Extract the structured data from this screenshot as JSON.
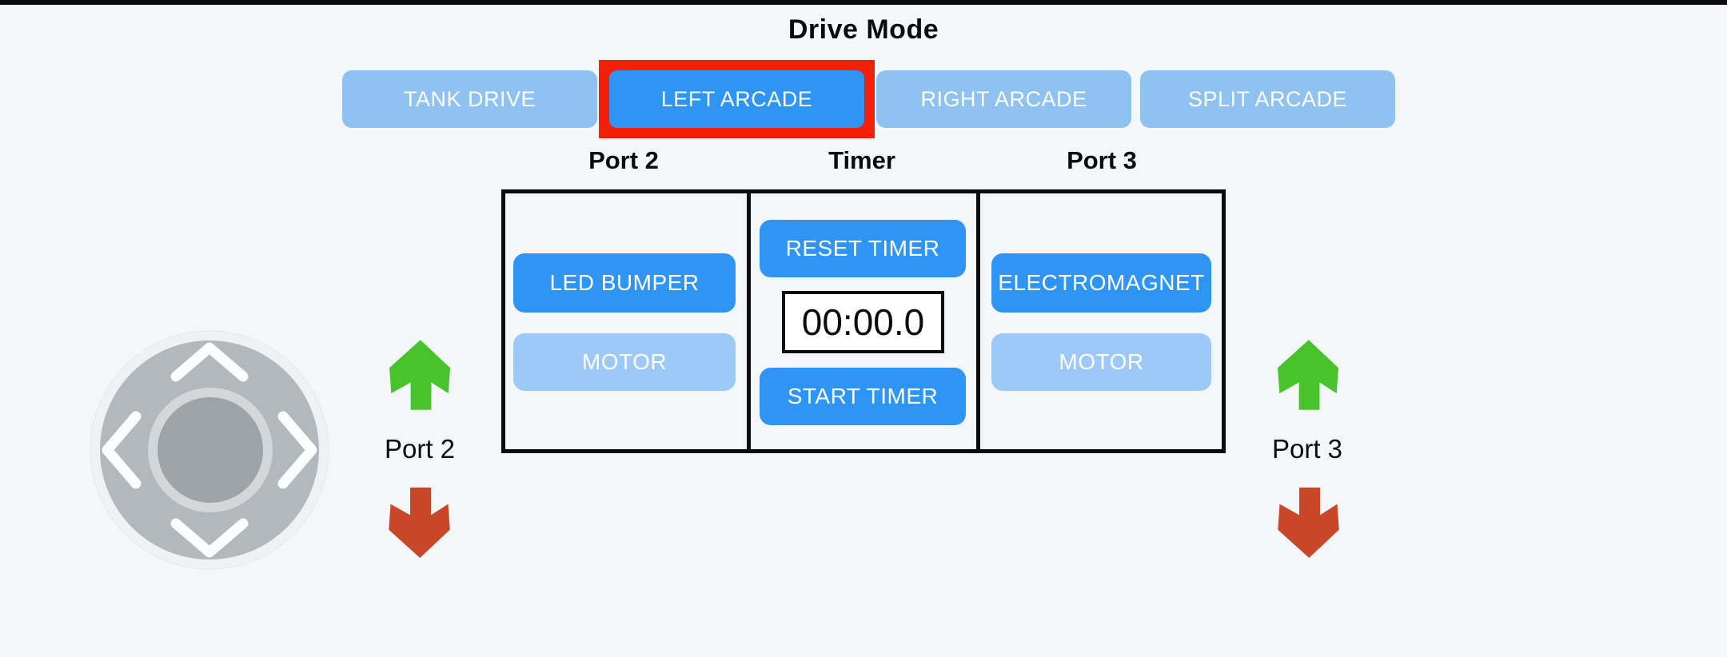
{
  "title": "Drive Mode",
  "drive_modes": {
    "tank": "TANK DRIVE",
    "left": "LEFT ARCADE",
    "right": "RIGHT ARCADE",
    "split": "SPLIT ARCADE",
    "selected": "LEFT ARCADE"
  },
  "panel": {
    "port2": {
      "header": "Port 2",
      "led_bumper": "LED BUMPER",
      "motor": "MOTOR"
    },
    "timer": {
      "header": "Timer",
      "reset": "RESET TIMER",
      "display": "00:00.0",
      "start": "START TIMER"
    },
    "port3": {
      "header": "Port 3",
      "electromagnet": "ELECTROMAGNET",
      "motor": "MOTOR"
    }
  },
  "indicators": {
    "port2": "Port 2",
    "port3": "Port 3"
  },
  "joystick": {
    "directions": [
      "up",
      "down",
      "left",
      "right"
    ]
  },
  "colors": {
    "background": "#f3f7f9",
    "active_blue": "#2e95f4",
    "inactive_blue": "#8fc2f1",
    "motor_blue": "#9cc9f8",
    "selected_border_red": "#f32007",
    "arrow_up_green": "#49c32c",
    "arrow_down_red": "#c94728",
    "border_black": "#0b0b0b",
    "timer_background": "#ffffff"
  }
}
